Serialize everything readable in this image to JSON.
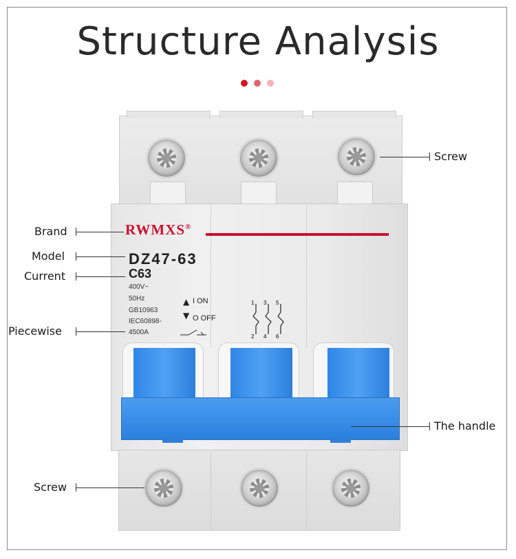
{
  "title": "Structure Analysis",
  "dots": [
    "#d0162a",
    "#e06470",
    "#f2b3ba"
  ],
  "brand_color": "#c8102e",
  "handle_color": "#3a8fea",
  "product": {
    "brand": "RWMXS",
    "registered_mark": "®",
    "model": "DZ47-63",
    "current": "C63",
    "specs": [
      "400V~",
      "50Hz",
      "GB10963",
      "IEC60898-",
      "4500A"
    ],
    "on_label": "I ON",
    "off_label": "O OFF",
    "terminal_numbers_top": [
      "1",
      "3",
      "5"
    ],
    "terminal_numbers_bottom": [
      "2",
      "4",
      "6"
    ]
  },
  "callouts": {
    "screw_top": "Screw",
    "brand": "Brand",
    "model": "Model",
    "current": "Current",
    "piecewise": "Piecewise",
    "handle": "The handle",
    "screw_bottom": "Screw"
  }
}
